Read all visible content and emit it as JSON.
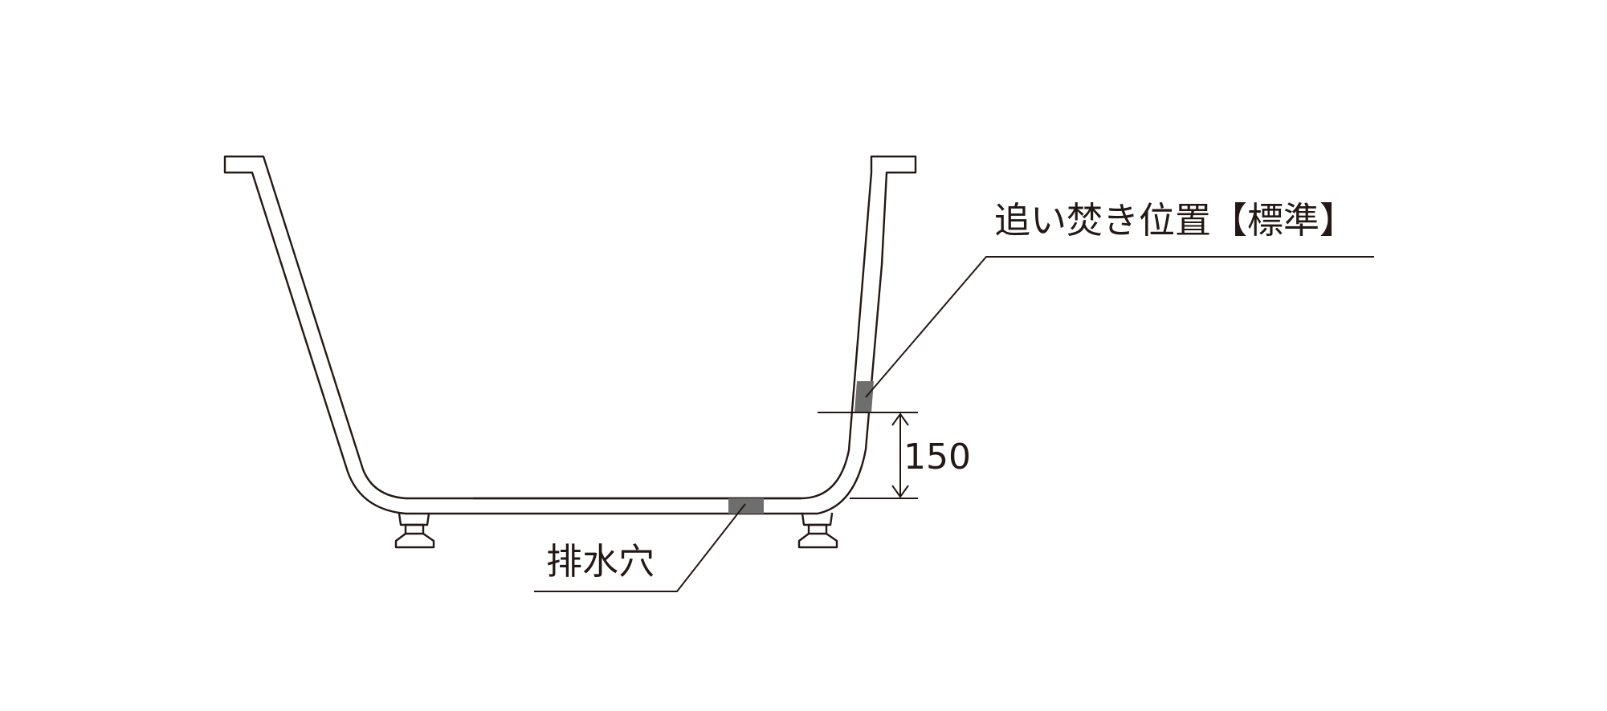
{
  "colors": {
    "ink": "#231815",
    "marker": "#6e6e6e",
    "background": "#ffffff"
  },
  "labels": {
    "reheat_position": "追い焚き位置【標準】",
    "drain_hole": "排水穴",
    "dimension": "150"
  }
}
